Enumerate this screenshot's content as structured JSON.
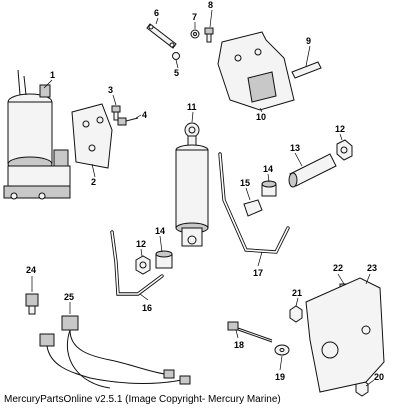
{
  "callouts": [
    "1",
    "2",
    "3",
    "4",
    "5",
    "6",
    "7",
    "8",
    "9",
    "10",
    "11",
    "12",
    "13",
    "14",
    "15",
    "16",
    "17",
    "18",
    "19",
    "20",
    "21",
    "22",
    "23",
    "24",
    "25"
  ],
  "footer": "MercuryPartsOnline v2.5.1 (Image Copyright- Mercury Marine)"
}
